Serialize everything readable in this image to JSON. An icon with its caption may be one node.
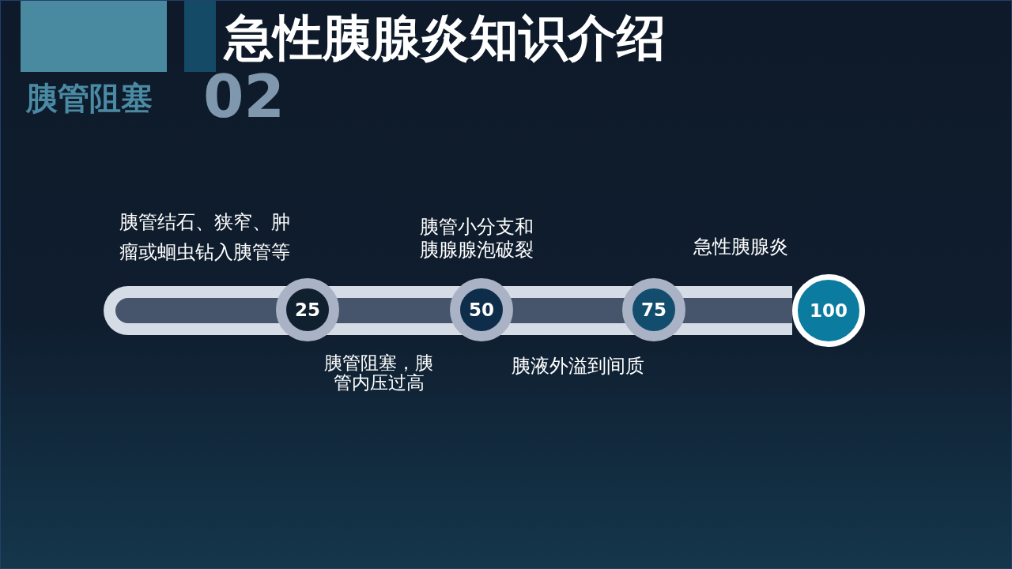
{
  "diagram": {
    "title": "急性胰腺炎知识介绍",
    "nodes": [
      {
        "text": [
          "25"
        ]
      },
      {
        "text": [
          "50"
        ]
      },
      {
        "text": [
          "75"
        ]
      },
      {
        "text": [
          "100"
        ]
      }
    ],
    "labels": [
      "02",
      "胰管阻塞",
      "胰管结石、狭窄、肿瘤或蛔虫钻入胰管等",
      "胰管小分支和胰腺腺泡破裂",
      "急性胰腺炎",
      "胰管阻塞，胰管内压过高",
      "胰液外溢到间质"
    ]
  }
}
